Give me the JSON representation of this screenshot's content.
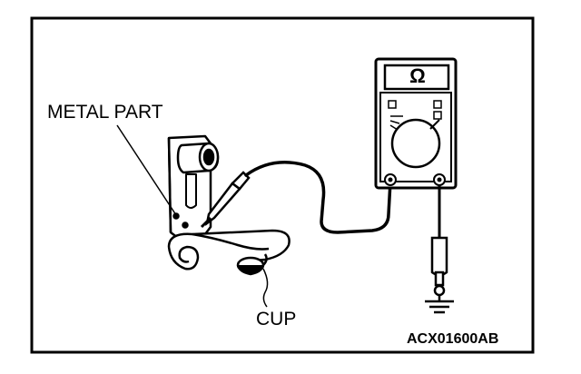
{
  "labels": {
    "metal_part": "METAL PART",
    "cup": "CUP",
    "figure_code": "ACX01600AB"
  },
  "meter": {
    "display": "Ω"
  },
  "icons": [
    "ohmmeter-icon",
    "probe-icon",
    "ground-icon",
    "seat-belt-anchor-icon"
  ]
}
